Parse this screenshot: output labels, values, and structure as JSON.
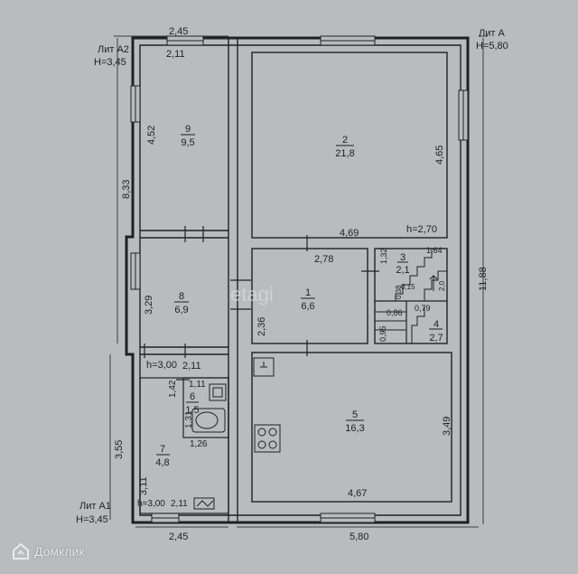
{
  "sections": {
    "lit_a": {
      "name": "Лит А",
      "height": "H=5,80"
    },
    "lit_a2": {
      "name": "Лит А2",
      "height": "H=3,45"
    },
    "lit_a1": {
      "name": "Лит А1",
      "height": "H=3,45"
    }
  },
  "rooms": [
    {
      "number": "1",
      "area": "6,6"
    },
    {
      "number": "2",
      "area": "21,8"
    },
    {
      "number": "3",
      "area": "2,1"
    },
    {
      "number": "4",
      "area": "2,7"
    },
    {
      "number": "5",
      "area": "16,3"
    },
    {
      "number": "6",
      "area": "1,5"
    },
    {
      "number": "7",
      "area": "4,8"
    },
    {
      "number": "8",
      "area": "6,9"
    },
    {
      "number": "9",
      "area": "9,5"
    }
  ],
  "dimensions": {
    "top_left_outer": "2,45",
    "room9_width": "2,11",
    "room9_height": "4,52",
    "left_a2_height": "8,33",
    "room2_height": "4,65",
    "room2_width": "4,69",
    "ceiling_a": "h=2,70",
    "room1_width": "2,78",
    "room1_height": "2,36",
    "room3_height": "1,32",
    "stair_width": "1,64",
    "room3_small": "0,15",
    "room4_width": "0,79",
    "stair_a": "0,86",
    "stair_b": "0,95",
    "stair_c": "0,38",
    "stair_d": "2,0",
    "right_total": "11,88",
    "room8_height": "3,29",
    "ceiling_a2": "h=3,00",
    "room8_width": "2,11",
    "room6_width": "1,11",
    "room7_side": "1,42",
    "room6_height": "1,31",
    "room6_bottom": "1,26",
    "left_a1_height": "3,55",
    "room7_height": "3,11",
    "ceiling_a1": "h=3,00",
    "room7_width": "2,11",
    "bottom_left_outer": "2,45",
    "room5_height": "3,49",
    "room5_width": "4,67",
    "bottom_total": "5,80"
  },
  "watermark": "etagi",
  "brand": {
    "name": "Домклик",
    "icon": "domclick-house-icon"
  }
}
